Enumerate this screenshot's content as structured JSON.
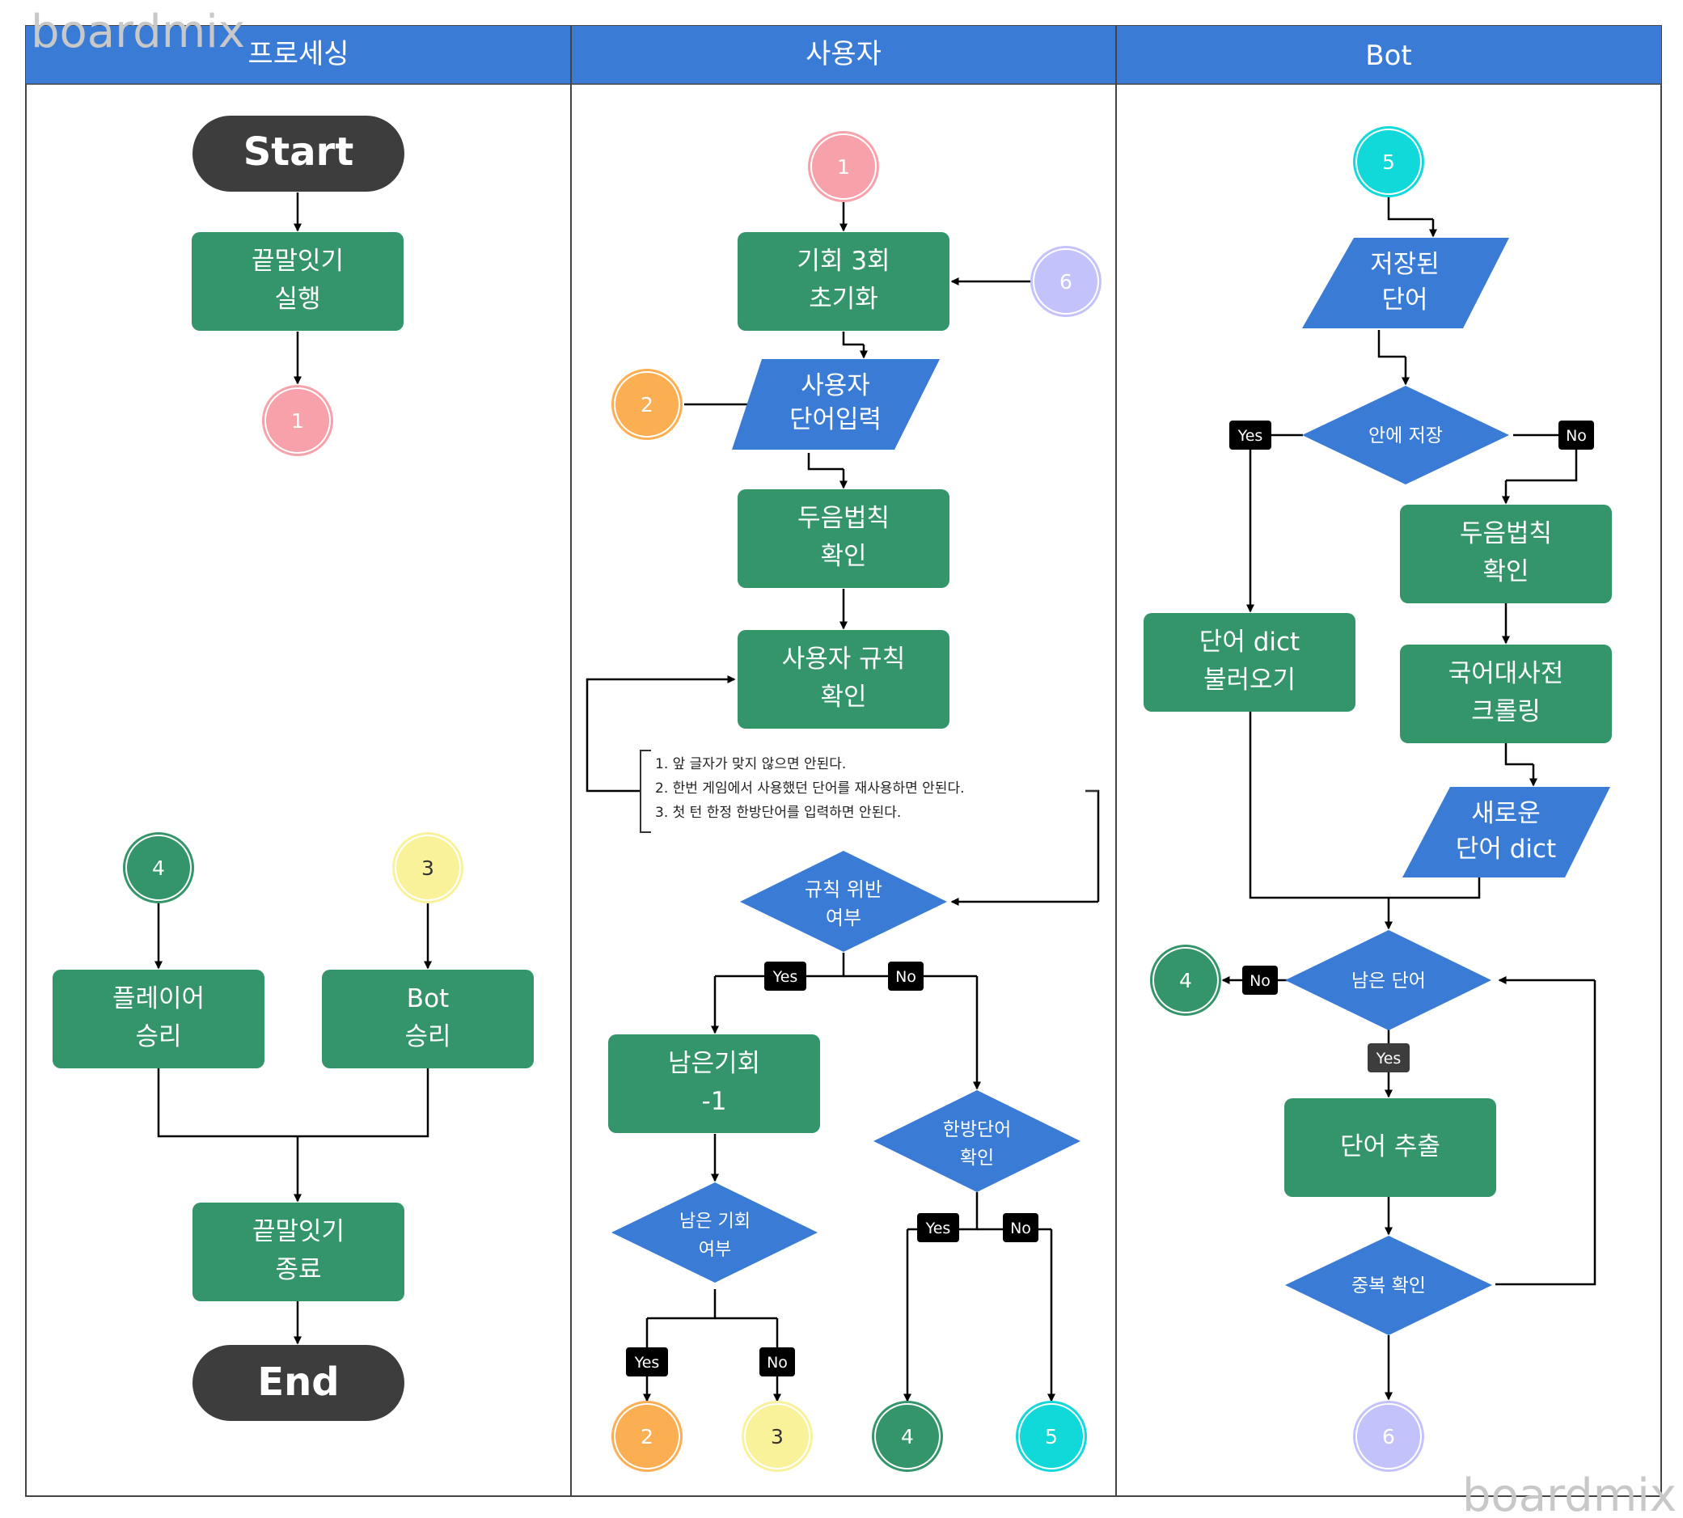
{
  "watermark": "boardmix",
  "colors": {
    "header": "#3a7bd5",
    "process": "#34956a",
    "io": "#3a7bd5",
    "terminal": "#3d3d3d",
    "c1": "#f7a1ab",
    "c2": "#fbae52",
    "c3": "#f9f29b",
    "c4": "#34956a",
    "c5": "#12d9d9",
    "c6": "#c4c2fb"
  },
  "lanes": [
    "프로세싱",
    "사용자",
    "Bot"
  ],
  "processing": {
    "start": "Start",
    "run": [
      "끝말잇기",
      "실행"
    ],
    "player_win": [
      "플레이어",
      "승리"
    ],
    "bot_win": [
      "Bot",
      "승리"
    ],
    "finish": [
      "끝말잇기",
      "종료"
    ],
    "end": "End"
  },
  "user": {
    "init": [
      "기회 3회",
      "초기화"
    ],
    "input": [
      "사용자",
      "단어입력"
    ],
    "duem": [
      "두음법칙",
      "확인"
    ],
    "rule_check": [
      "사용자 규칙",
      "확인"
    ],
    "rules": [
      "1. 앞 글자가 맞지 않으면 안된다.",
      "2. 한번 게임에서 사용했던 단어를 재사용하면 안된다.",
      "3. 첫 턴 한정 한방단어를 입력하면 안된다."
    ],
    "violation": [
      "규칙 위반",
      "여부"
    ],
    "decrement": [
      "남은기회",
      "-1"
    ],
    "remaining": [
      "남은 기회",
      "여부"
    ],
    "hanbang": [
      "한방단어",
      "확인"
    ]
  },
  "bot": {
    "saved": [
      "저장된",
      "단어"
    ],
    "stored": "안에 저장",
    "load": [
      "단어 dict",
      "불러오기"
    ],
    "duem": [
      "두음법칙",
      "확인"
    ],
    "crawl": [
      "국어대사전",
      "크롤링"
    ],
    "new_dict": [
      "새로운",
      "단어 dict"
    ],
    "remain_word": "남은 단어",
    "extract": "단어 추출",
    "dup_check": "중복 확인"
  },
  "tags": {
    "yes": "Yes",
    "no": "No"
  },
  "connectors": {
    "n1": "1",
    "n2": "2",
    "n3": "3",
    "n4": "4",
    "n5": "5",
    "n6": "6"
  }
}
